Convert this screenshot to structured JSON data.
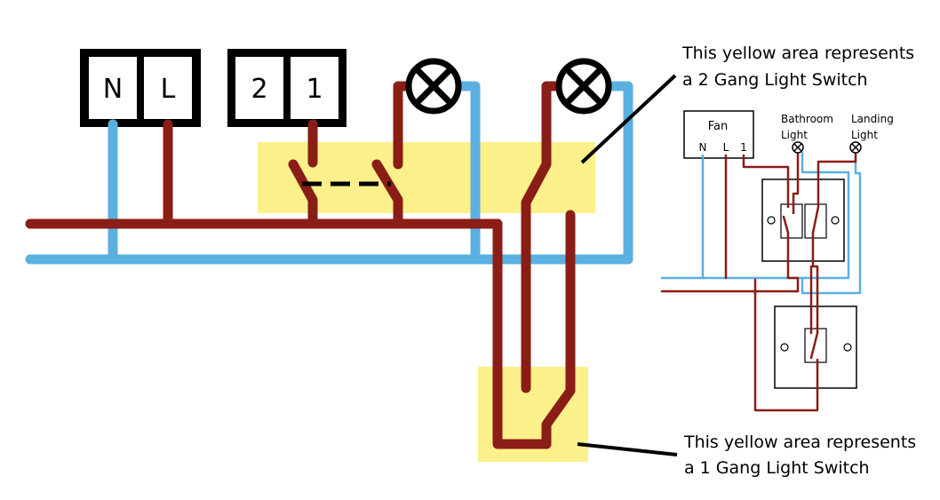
{
  "terminals": {
    "neutral": "N",
    "live": "L",
    "switched_2": "2",
    "switched_1": "1"
  },
  "callouts": {
    "two_gang": [
      "This yellow area represents",
      "a 2 Gang Light Switch"
    ],
    "one_gang": [
      "This yellow area represents",
      "a 1 Gang Light Switch"
    ]
  },
  "inset": {
    "fan_label": "Fan",
    "fan_terminals": [
      "N",
      "L",
      "1"
    ],
    "bathroom_light": [
      "Bathroom",
      "Light"
    ],
    "landing_light": [
      "Landing",
      "Light"
    ]
  },
  "colors": {
    "live_wire": "#8b1d17",
    "neutral_wire": "#5ab0e0",
    "switch_area": "#fcf08a"
  }
}
